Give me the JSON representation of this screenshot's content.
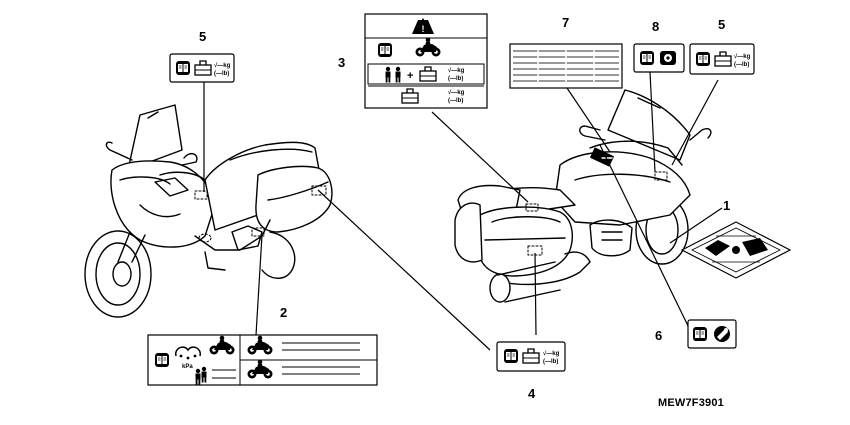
{
  "diagram": {
    "callouts": {
      "c1": "1",
      "c2": "2",
      "c3": "3",
      "c4": "4",
      "c5a": "5",
      "c5b": "5",
      "c6": "6",
      "c7": "7",
      "c8": "8"
    },
    "label_texts": {
      "kg": "kg",
      "lb": "lb",
      "kpa": "kPa"
    },
    "diagram_code": "MEW7F3901"
  },
  "colors": {
    "line": "#000000",
    "shade": "#d9d9d9",
    "background": "#ffffff"
  },
  "icons": [
    "book-icon",
    "luggage-icon",
    "warning-triangle-icon",
    "motorcycle-icon",
    "rider-icon",
    "tire-icon",
    "wrench-icon"
  ]
}
